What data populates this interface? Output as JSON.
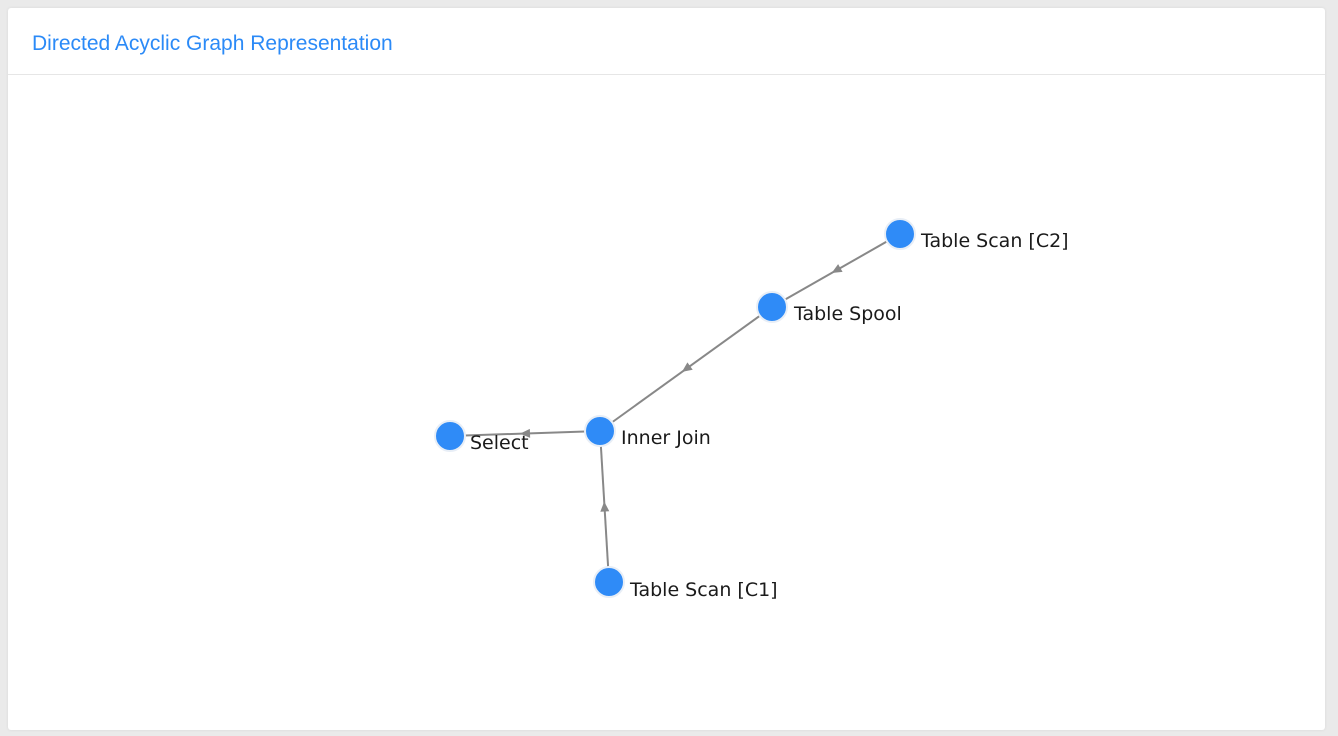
{
  "panel": {
    "title": "Directed Acyclic Graph Representation"
  },
  "graph": {
    "node_color": "#2f8bf7",
    "edge_color": "#888888",
    "nodes": [
      {
        "id": "select",
        "label": "Select"
      },
      {
        "id": "inner_join",
        "label": "Inner Join"
      },
      {
        "id": "table_spool",
        "label": "Table Spool"
      },
      {
        "id": "table_scan_c2",
        "label": "Table Scan [C2]"
      },
      {
        "id": "table_scan_c1",
        "label": "Table Scan [C1]"
      }
    ],
    "edges": [
      {
        "from": "table_scan_c2",
        "to": "table_spool"
      },
      {
        "from": "table_spool",
        "to": "inner_join"
      },
      {
        "from": "table_scan_c1",
        "to": "inner_join"
      },
      {
        "from": "inner_join",
        "to": "select"
      }
    ]
  }
}
